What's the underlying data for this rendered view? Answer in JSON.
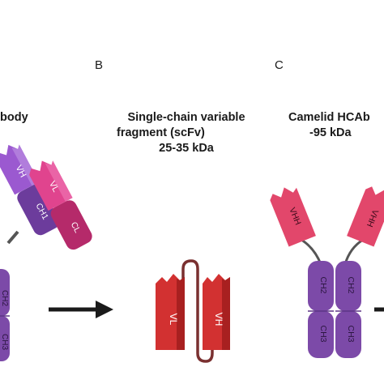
{
  "panels": {
    "A": {
      "title_partial": "body",
      "domain_labels": [
        "VH",
        "VL",
        "CH1",
        "CL",
        "CH2",
        "CH3"
      ]
    },
    "B": {
      "letter": "B",
      "title_line1": "Single-chain variable",
      "title_line2": "fragment (scFv)",
      "title_line3": "25-35 kDa",
      "domain_labels": [
        "VL",
        "VH"
      ]
    },
    "C": {
      "letter": "C",
      "title_line1": "Camelid HCAb",
      "title_line2": "-95 kDa",
      "domain_labels": [
        "VHH",
        "VHH",
        "CH2",
        "CH2",
        "CH3",
        "CH3"
      ]
    }
  },
  "colors": {
    "vh": "#9b59d0",
    "vh_light": "#c39be6",
    "vl": "#e0448e",
    "vl_light": "#f07ab5",
    "ch1": "#6c3c9c",
    "cl": "#b52a6a",
    "fc": "#7c4aa8",
    "scfv": "#d23131",
    "scfv_dark": "#a82020",
    "linker": "#7a3030",
    "vhh": "#e2476b",
    "hinge": "#555555",
    "arrow": "#1a1a1a"
  }
}
